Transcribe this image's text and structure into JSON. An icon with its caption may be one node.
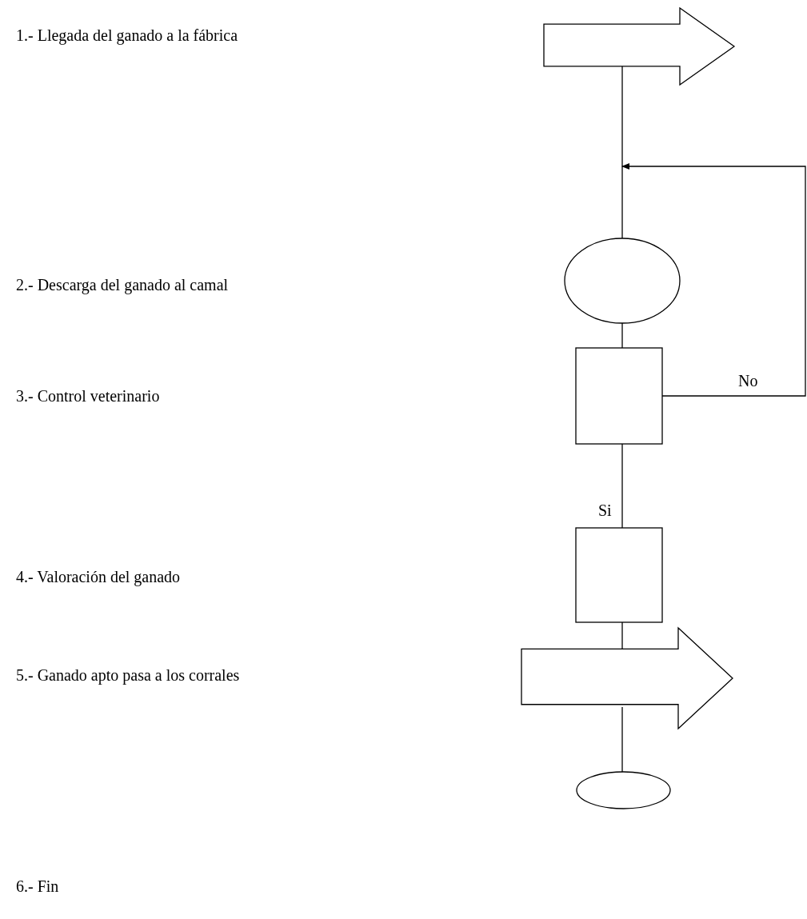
{
  "diagram": {
    "nodes": [
      {
        "text": [],
        "shape": "arrow"
      },
      {
        "text": [],
        "shape": "ellipse"
      },
      {
        "text": [],
        "shape": "box"
      },
      {
        "text": [],
        "shape": "box"
      },
      {
        "text": [],
        "shape": "arrow"
      },
      {
        "text": [],
        "shape": "ellipse"
      }
    ],
    "edges": [
      {
        "from": 0,
        "to": 1,
        "arrow": "none"
      },
      {
        "from": 1,
        "to": 2,
        "arrow": "none"
      },
      {
        "from": 2,
        "to": 3,
        "arrow": "none",
        "label": "Si"
      },
      {
        "from": 3,
        "to": 4,
        "arrow": "none"
      },
      {
        "from": 4,
        "to": 5,
        "arrow": "none"
      },
      {
        "from": 2,
        "to": null,
        "arrow": "to",
        "label": "No"
      }
    ],
    "labels": [
      "1.- Llegada del ganado a la fábrica",
      "2.- Descarga del ganado al camal",
      "3.- Control veterinario",
      "4.- Valoración del ganado",
      "5.- Ganado apto pasa a los corrales",
      "6.- Fin"
    ]
  }
}
